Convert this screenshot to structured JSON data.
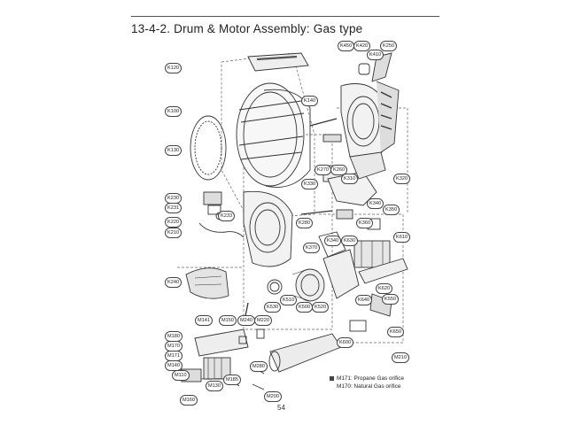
{
  "page": {
    "title": "13-4-2. Drum & Motor Assembly: Gas type",
    "page_number": "54"
  },
  "notes": [
    "M171: Propane Gas orifice",
    "M170: Natural Gas orifice"
  ],
  "callouts": [
    "K120",
    "K100",
    "K130",
    "K140",
    "K450",
    "K420",
    "K410",
    "K250",
    "K270",
    "K260",
    "K330",
    "K310",
    "K320",
    "K230",
    "K231",
    "K233",
    "K220",
    "K210",
    "K340",
    "K350",
    "K280",
    "K360",
    "K370",
    "K340",
    "K630",
    "K610",
    "K240",
    "K510",
    "K500",
    "K520",
    "K530",
    "K640",
    "K620",
    "K650",
    "K550",
    "K600",
    "M141",
    "M150",
    "M240",
    "M220",
    "M180",
    "M170",
    "M171",
    "M140",
    "M110",
    "M280",
    "M185",
    "M160",
    "M210",
    "M200",
    "M130"
  ]
}
